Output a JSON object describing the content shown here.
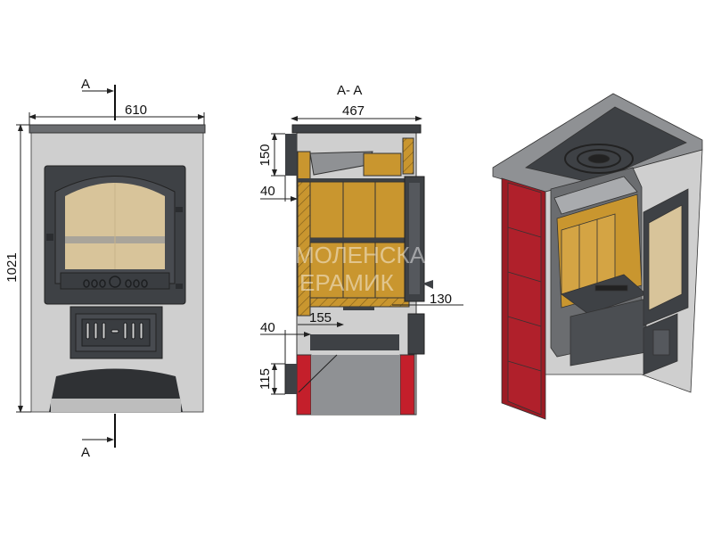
{
  "front_view": {
    "section_mark_top": "A",
    "section_mark_bottom": "A",
    "width_dim": "610",
    "height_dim": "1021"
  },
  "section_view": {
    "title": "A- A",
    "width_dim": "467",
    "dim_flue_top": "150",
    "dim_wall_top": "40",
    "dim_door_offset": "130",
    "dim_grate": "155",
    "dim_wall_bottom": "40",
    "dim_flue_bottom": "115",
    "watermark_line1": "МОЛЕНСКА",
    "watermark_line2": "ЕРАМИК"
  },
  "colors": {
    "body": "#cfcfcf",
    "iron": "#3e4145",
    "brick": "#c9962f",
    "glass": "#d8c49a",
    "tile_red": "#c41f2b"
  }
}
